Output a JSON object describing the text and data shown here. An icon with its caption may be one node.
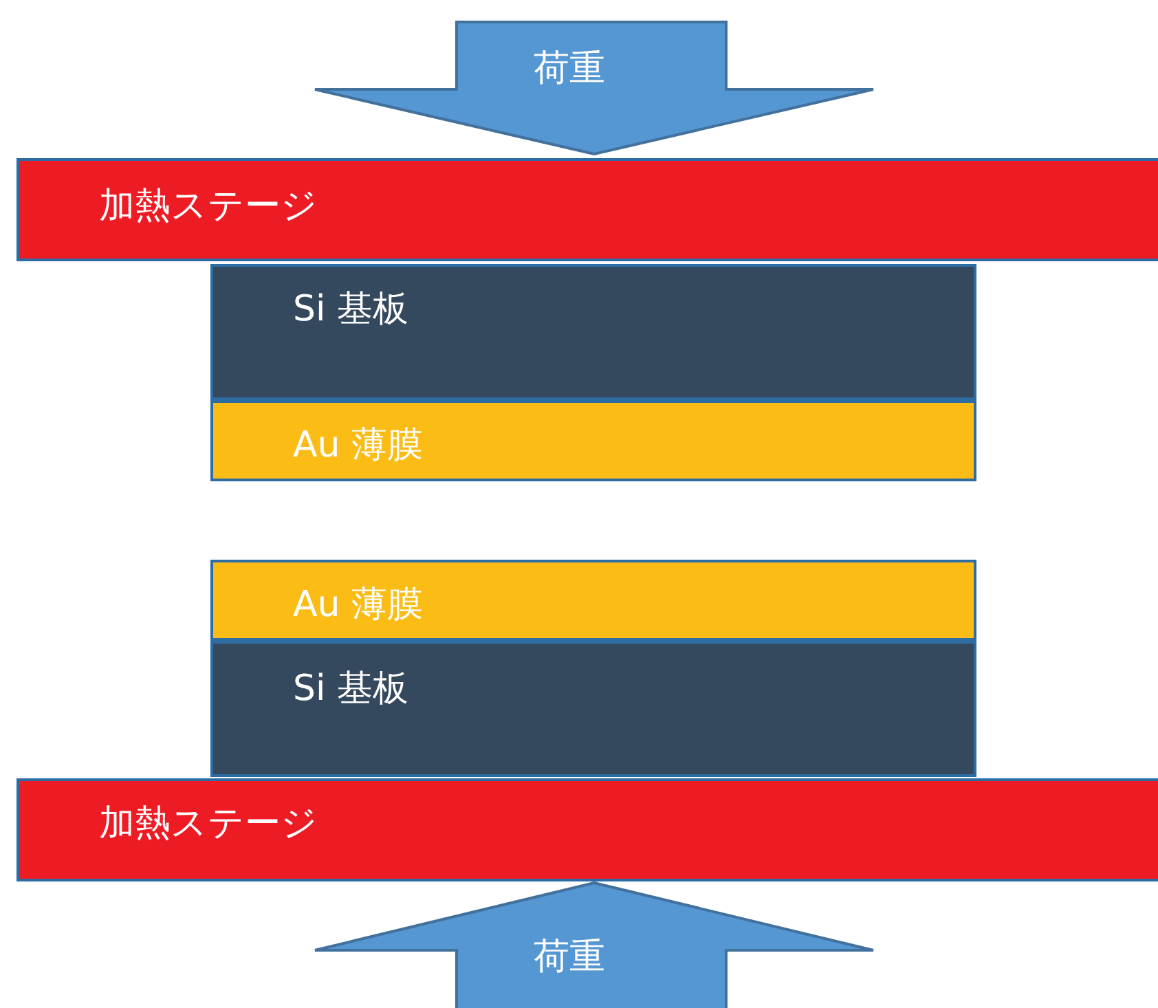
{
  "diagram": {
    "nodes": [
      {
        "text": [
          "荷重"
        ]
      },
      {
        "text": [
          "加熱ステージ"
        ]
      },
      {
        "text": [
          "Si 基板"
        ]
      },
      {
        "text": [
          "Au 薄膜"
        ]
      },
      {
        "text": [
          "Au 薄膜"
        ]
      },
      {
        "text": [
          "Si 基板"
        ]
      },
      {
        "text": [
          "加熱ステージ"
        ]
      },
      {
        "text": [
          "荷重"
        ]
      }
    ]
  }
}
